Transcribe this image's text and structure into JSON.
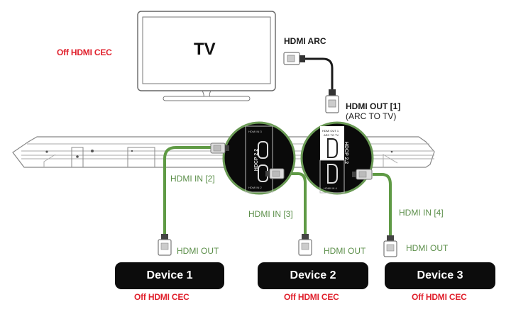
{
  "tv": {
    "label": "TV",
    "cec_note": "Off HDMI CEC"
  },
  "arc_link": {
    "tv_side_label": "HDMI ARC",
    "soundbar_side_label": "HDMI OUT [1]",
    "soundbar_side_sublabel": "(ARC TO TV)"
  },
  "soundbar": {
    "port_panel_left": {
      "top_text": "HDMI IN 3",
      "side_text": "HDCP 2.2",
      "bottom_text": "HDMI IN 2"
    },
    "port_panel_right": {
      "top_text": "HDMI OUT 1",
      "top_subtext": "ARC TO TV",
      "side_text": "HDCP 2.2",
      "bottom_text": "HDMI IN 4"
    }
  },
  "devices": [
    {
      "name": "Device 1",
      "input_label": "HDMI IN [2]",
      "output_label": "HDMI OUT",
      "cec_note": "Off HDMI CEC"
    },
    {
      "name": "Device 2",
      "input_label": "HDMI IN [3]",
      "output_label": "HDMI OUT",
      "cec_note": "Off HDMI CEC"
    },
    {
      "name": "Device 3",
      "input_label": "HDMI IN [4]",
      "output_label": "HDMI OUT",
      "cec_note": "Off HDMI CEC"
    }
  ],
  "colors": {
    "cable_green": "#5f9a45",
    "cec_red": "#e0202c",
    "label_green": "#5c8f4a"
  }
}
